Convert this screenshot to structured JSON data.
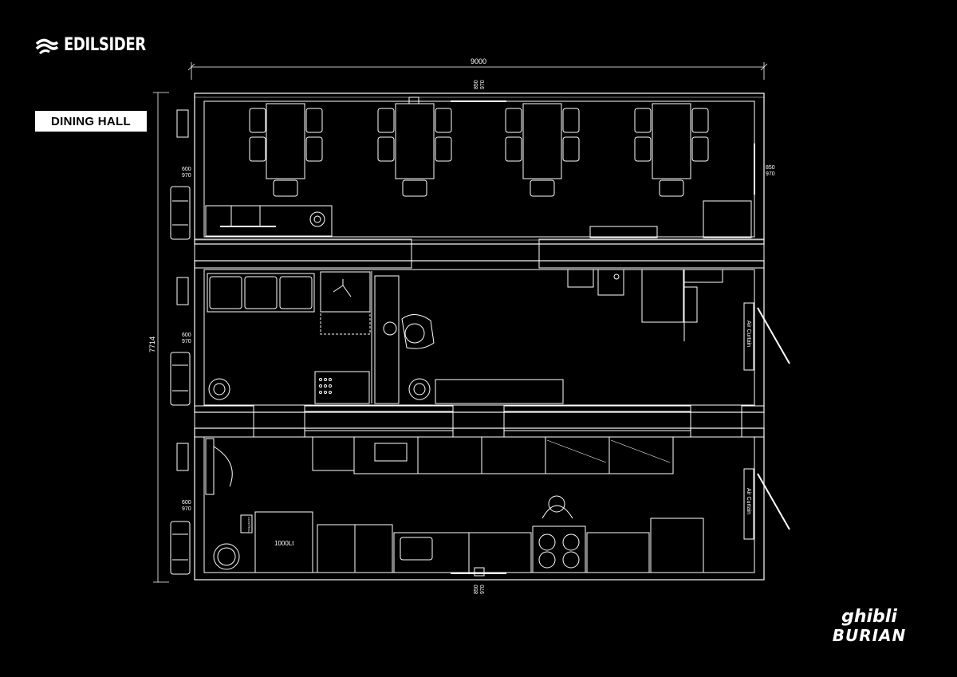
{
  "logo": {
    "text": "EDILSIDER",
    "icon": "edilsider-waves-icon"
  },
  "room_label": "DINING HALL",
  "dimensions": {
    "overall_width": "9000",
    "overall_height": "7714",
    "door_top_a": "850",
    "door_top_b": "970",
    "door_side_a": "600",
    "door_side_b": "970",
    "door_right_a": "850",
    "door_right_b": "970"
  },
  "equipment": {
    "air_curtain": "Air Curtain",
    "tank_label": "1000Lt",
    "panel_label": "CONTROL"
  },
  "brand": {
    "line1": "ghibli",
    "line2": "BURIAN"
  }
}
